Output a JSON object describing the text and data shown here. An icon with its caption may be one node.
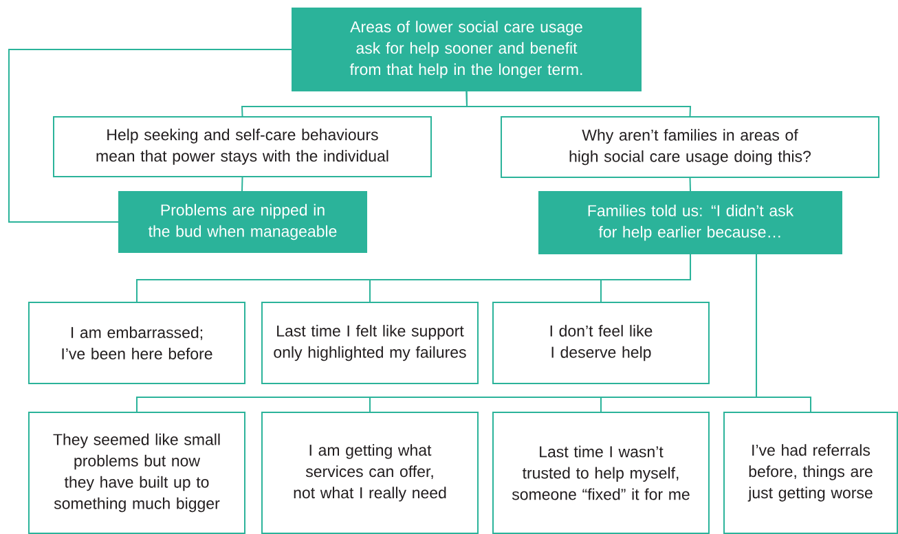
{
  "diagram": {
    "nodes": [
      {
        "text": [
          "Areas of lower social care usage ask for help sooner and benefit from that help in the longer term."
        ]
      },
      {
        "text": [
          "Help seeking and self-care behaviours mean that power stays with the individual"
        ]
      },
      {
        "text": [
          "Why aren’t families in areas of high social care usage doing this?"
        ]
      },
      {
        "text": [
          "Problems are nipped in the bud when manageable"
        ]
      },
      {
        "text": [
          "Families told us: “I didn’t ask for help earlier because…"
        ]
      },
      {
        "text": [
          "I am embarrassed; I’ve been here before"
        ]
      },
      {
        "text": [
          "Last time I felt like support only highlighted my failures"
        ]
      },
      {
        "text": [
          "I don’t feel like I deserve help"
        ]
      },
      {
        "text": [
          "They seemed like small problems but now they have built up to something much bigger"
        ]
      },
      {
        "text": [
          "I am getting what services can offer, not what I really need"
        ]
      },
      {
        "text": [
          "Last time I wasn’t trusted to help myself, someone “fixed” it for me"
        ]
      },
      {
        "text": [
          "I’ve had referrals before, things are just getting worse"
        ]
      }
    ],
    "edges": [
      {
        "from": 0,
        "to": 1,
        "arrow": "none"
      },
      {
        "from": 0,
        "to": 2,
        "arrow": "none"
      },
      {
        "from": 0,
        "to": 3,
        "arrow": "none"
      },
      {
        "from": 1,
        "to": 3,
        "arrow": "none"
      },
      {
        "from": 2,
        "to": 4,
        "arrow": "none"
      },
      {
        "from": 4,
        "to": 5,
        "arrow": "none"
      },
      {
        "from": 4,
        "to": 6,
        "arrow": "none"
      },
      {
        "from": 4,
        "to": 7,
        "arrow": "none"
      },
      {
        "from": 4,
        "to": 8,
        "arrow": "none"
      },
      {
        "from": 4,
        "to": 9,
        "arrow": "none"
      },
      {
        "from": 4,
        "to": 10,
        "arrow": "none"
      },
      {
        "from": 4,
        "to": 11,
        "arrow": "none"
      }
    ]
  }
}
